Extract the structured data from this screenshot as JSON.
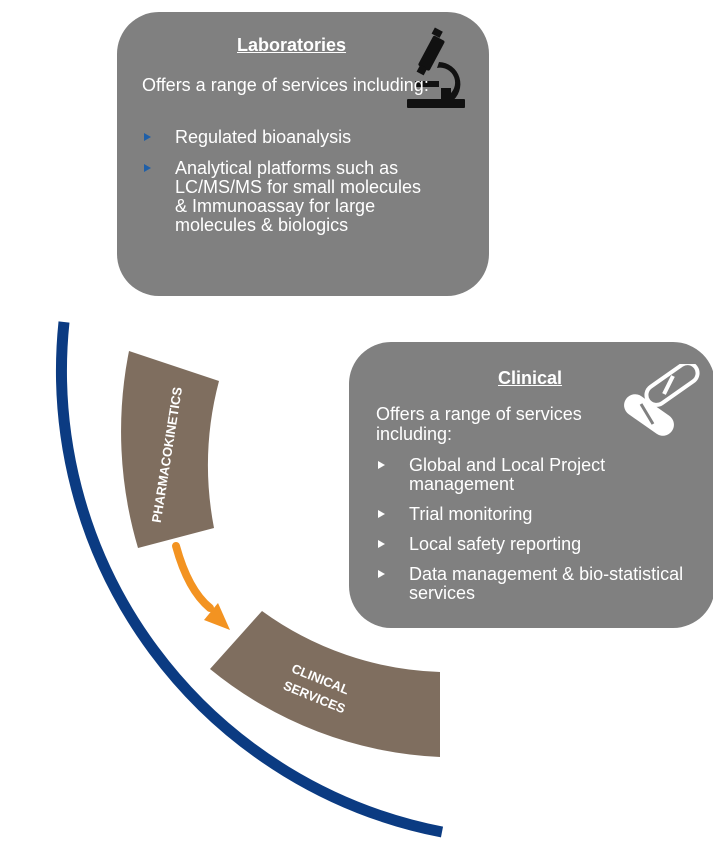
{
  "laboratories": {
    "title": "Laboratories",
    "intro": "Offers a range of services including:",
    "bullets": [
      "Regulated bioanalysis",
      "Analytical platforms such as LC/MS/MS for small molecules & Immunoassay for large molecules & biologics"
    ],
    "icon": "microscope-icon"
  },
  "clinical": {
    "title": "Clinical",
    "intro": "Offers a range of services including:",
    "bullets": [
      "Global and Local Project management",
      "Trial monitoring",
      "Local safety reporting",
      "Data management & bio-statistical services"
    ],
    "icon": "pills-icon"
  },
  "arc_labels": {
    "pharmacokinetics": "PHARMACOKINETICS",
    "clinical_services_line1": "CLINICAL",
    "clinical_services_line2": "SERVICES"
  },
  "colors": {
    "box_fill": "#808080",
    "arc_blue": "#0b3b82",
    "segment_brown": "#7f6e5f",
    "arrow_orange": "#f39321"
  }
}
